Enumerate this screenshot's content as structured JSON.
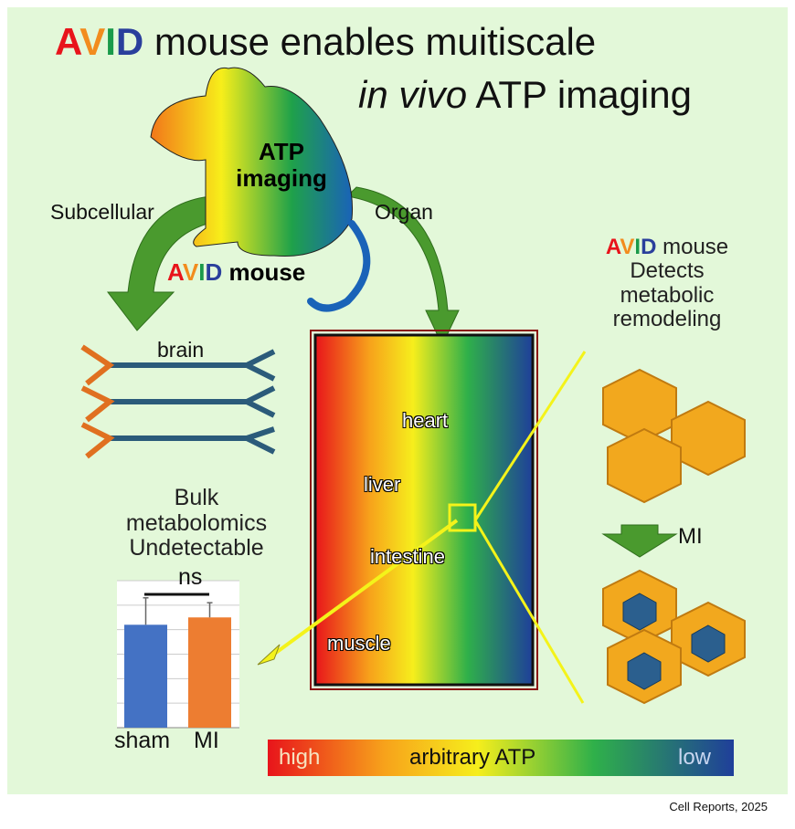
{
  "title": {
    "avid": [
      "A",
      "V",
      "I",
      "D"
    ],
    "line1_rest": "mouse enables muitiscale",
    "line2_italic": "in vivo",
    "line2_rest": "ATP imaging"
  },
  "mouse": {
    "center_label_1": "ATP",
    "center_label_2": "imaging",
    "avid": [
      "A",
      "V",
      "I",
      "D"
    ],
    "avid_suffix": "mouse"
  },
  "arrows": {
    "left": "Subcellular",
    "right": "Organ"
  },
  "brain_label": "brain",
  "bulk": {
    "line1": "Bulk",
    "line2": "metabolomics",
    "line3": "Undetectable"
  },
  "chart_data": {
    "type": "bar",
    "categories": [
      "sham",
      "MI"
    ],
    "values": [
      4.2,
      4.5
    ],
    "errors": [
      1.1,
      0.6
    ],
    "colors": [
      "#4472c4",
      "#ed7d31"
    ],
    "ylim": [
      0,
      6
    ],
    "grid": true,
    "annotation": "ns"
  },
  "organs": [
    "heart",
    "liver",
    "intestine",
    "muscle"
  ],
  "right_text": {
    "avid": [
      "A",
      "V",
      "I",
      "D"
    ],
    "avid_suffix": "mouse",
    "line2": "Detects",
    "line3": "metabolic",
    "line4": "remodeling"
  },
  "mi_label": "MI",
  "colorbar": {
    "high": "high",
    "middle": "arbitrary ATP",
    "low": "low"
  },
  "caption": "Cell Reports, 2025"
}
